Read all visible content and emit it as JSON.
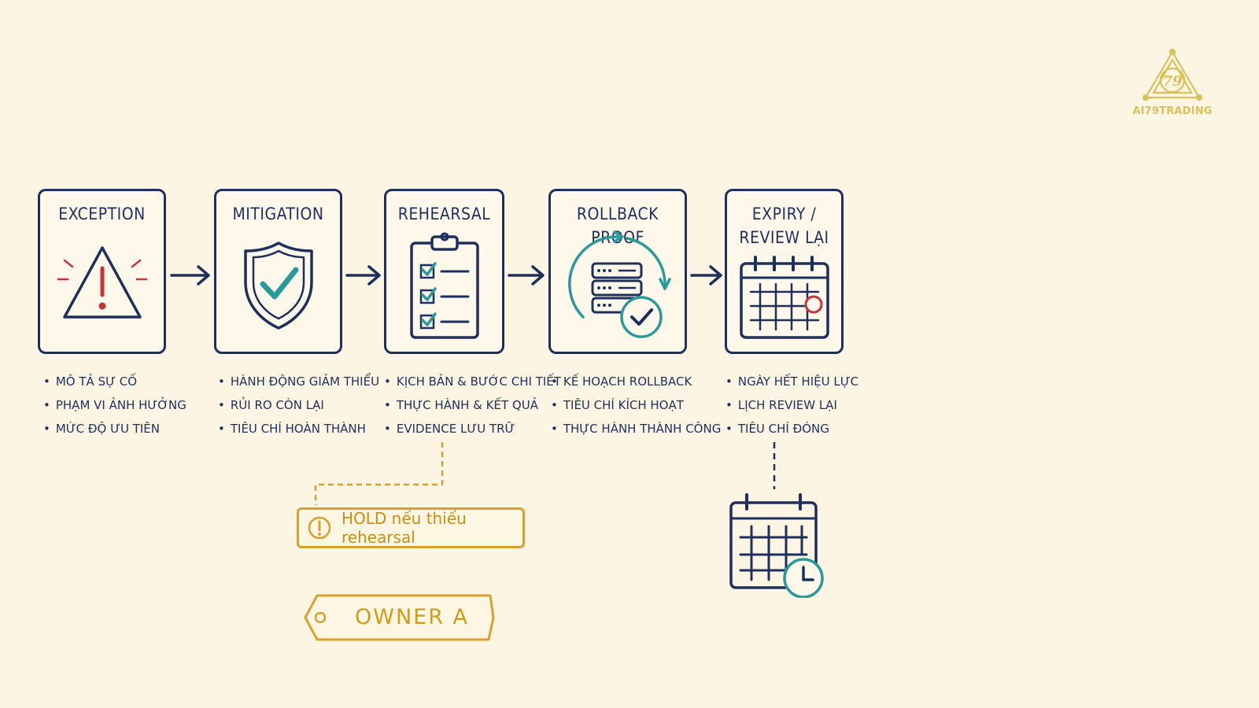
{
  "brand": {
    "logo_text": "AI79TRADING",
    "logo_mark": "79",
    "color": "#d8c05a"
  },
  "colors": {
    "ink": "#1f2f5c",
    "teal": "#2a9a98",
    "red": "#c8333a",
    "amber": "#d9a02a",
    "background": "#fcf5e4"
  },
  "stages": [
    {
      "title_lines": [
        "EXCEPTION"
      ],
      "icon": "warning-triangle-icon",
      "bullets": [
        "MÔ TẢ SỰ CỐ",
        "PHẠM VI ẢNH HƯỞNG",
        "MỨC ĐỘ ƯU TIÊN"
      ]
    },
    {
      "title_lines": [
        "MITIGATION"
      ],
      "icon": "shield-check-icon",
      "bullets": [
        "HÀNH ĐỘNG GIẢM THIỂU",
        "RỦI RO CÒN LẠI",
        "TIÊU CHÍ HOÀN THÀNH"
      ]
    },
    {
      "title_lines": [
        "REHEARSAL"
      ],
      "icon": "clipboard-checklist-icon",
      "bullets": [
        "KỊCH BẢN & BƯỚC CHI TIẾT",
        "THỰC HÀNH & KẾT QUẢ",
        "EVIDENCE LƯU TRỮ"
      ]
    },
    {
      "title_lines": [
        "ROLLBACK PROOF"
      ],
      "icon": "server-cycle-check-icon",
      "bullets": [
        "KẾ HOẠCH ROLLBACK",
        "TIÊU CHÍ KÍCH HOẠT",
        "THỰC HÀNH THÀNH CÔNG"
      ]
    },
    {
      "title_lines": [
        "EXPIRY /",
        "REVIEW LẠI"
      ],
      "icon": "calendar-icon",
      "bullets": [
        "NGÀY HẾT HIỆU LỰC",
        "LỊCH REVIEW LẠI",
        "TIÊU CHÍ ĐÓNG"
      ]
    }
  ],
  "hold_note": {
    "text": "HOLD nếu thiếu rehearsal",
    "icon": "alert-circle-icon"
  },
  "owner_tag": {
    "text": "OWNER A",
    "icon": "tag-icon"
  },
  "review_icon": "calendar-clock-icon"
}
